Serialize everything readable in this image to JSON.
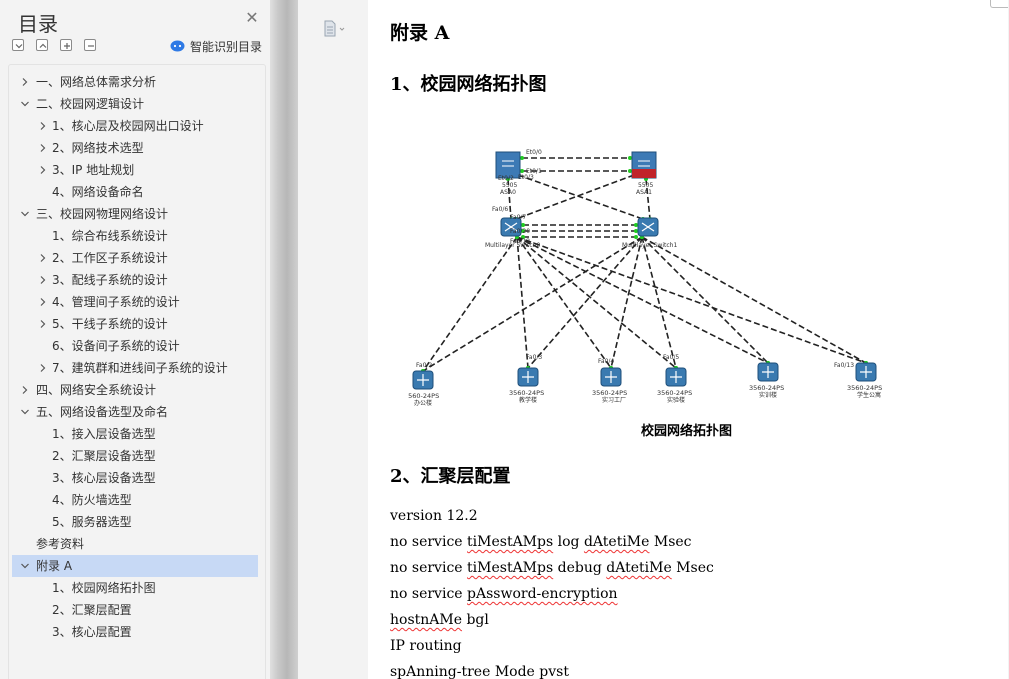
{
  "sidebar": {
    "title": "目录",
    "smart_label": "智能识别目录",
    "items": [
      {
        "label": "一、网络总体需求分析",
        "level": 0,
        "chev": "right"
      },
      {
        "label": "二、校园网逻辑设计",
        "level": 0,
        "chev": "down"
      },
      {
        "label": "1、核心层及校园网出口设计",
        "level": 1,
        "chev": "right"
      },
      {
        "label": "2、网络技术选型",
        "level": 1,
        "chev": "right"
      },
      {
        "label": "3、IP 地址规划",
        "level": 1,
        "chev": "right"
      },
      {
        "label": "4、网络设备命名",
        "level": 1,
        "chev": "none"
      },
      {
        "label": "三、校园网物理网络设计",
        "level": 0,
        "chev": "down"
      },
      {
        "label": "1、综合布线系统设计",
        "level": 1,
        "chev": "none"
      },
      {
        "label": "2、工作区子系统设计",
        "level": 1,
        "chev": "right"
      },
      {
        "label": "3、配线子系统的设计",
        "level": 1,
        "chev": "right"
      },
      {
        "label": "4、管理间子系统的设计",
        "level": 1,
        "chev": "right"
      },
      {
        "label": "5、干线子系统的设计",
        "level": 1,
        "chev": "right"
      },
      {
        "label": "6、设备间子系统的设计",
        "level": 1,
        "chev": "none"
      },
      {
        "label": "7、建筑群和进线间子系统的设计",
        "level": 1,
        "chev": "right"
      },
      {
        "label": "四、网络安全系统设计",
        "level": 0,
        "chev": "right"
      },
      {
        "label": "五、网络设备选型及命名",
        "level": 0,
        "chev": "down"
      },
      {
        "label": "1、接入层设备选型",
        "level": 1,
        "chev": "none"
      },
      {
        "label": "2、汇聚层设备选型",
        "level": 1,
        "chev": "none"
      },
      {
        "label": "3、核心层设备选型",
        "level": 1,
        "chev": "none"
      },
      {
        "label": "4、防火墙选型",
        "level": 1,
        "chev": "none"
      },
      {
        "label": "5、服务器选型",
        "level": 1,
        "chev": "none"
      },
      {
        "label": "参考资料",
        "level": 0,
        "chev": "none"
      },
      {
        "label": "附录 A",
        "level": 0,
        "chev": "down",
        "selected": true
      },
      {
        "label": "1、校园网络拓扑图",
        "level": 1,
        "chev": "none"
      },
      {
        "label": "2、汇聚层配置",
        "level": 1,
        "chev": "none"
      },
      {
        "label": "3、核心层配置",
        "level": 1,
        "chev": "none"
      }
    ]
  },
  "document": {
    "appendix_title": "附录 A",
    "section1": "1、校园网络拓扑图",
    "figure_caption": "校园网络拓扑图",
    "section2": "2、汇聚层配置",
    "code_lines": [
      {
        "parts": [
          {
            "t": "version 12.2",
            "s": false
          }
        ]
      },
      {
        "parts": [
          {
            "t": "no service ",
            "s": false
          },
          {
            "t": "tiMestAMps",
            "s": true
          },
          {
            "t": " log ",
            "s": false
          },
          {
            "t": "dAtetiMe",
            "s": true
          },
          {
            "t": " Msec",
            "s": false
          }
        ]
      },
      {
        "parts": [
          {
            "t": "no service ",
            "s": false
          },
          {
            "t": "tiMestAMps",
            "s": true
          },
          {
            "t": " debug ",
            "s": false
          },
          {
            "t": "dAtetiMe",
            "s": true
          },
          {
            "t": " Msec",
            "s": false
          }
        ]
      },
      {
        "parts": [
          {
            "t": "no service ",
            "s": false
          },
          {
            "t": "pAssword-encryption",
            "s": true
          }
        ]
      },
      {
        "parts": [
          {
            "t": "hostnAMe",
            "s": true
          },
          {
            "t": " bgl",
            "s": false
          }
        ]
      },
      {
        "parts": [
          {
            "t": "IP routing",
            "s": false
          }
        ]
      },
      {
        "parts": [
          {
            "t": "spAnning-tree Mode pvst",
            "s": false
          }
        ]
      }
    ]
  },
  "topology": {
    "top_nodes": [
      {
        "id": "asa0",
        "name": "ASA0",
        "model": "5505"
      },
      {
        "id": "asa1",
        "name": "ASA1",
        "model": "5505"
      }
    ],
    "core_nodes": [
      {
        "id": "ms0",
        "name": "Multilayer Switch0"
      },
      {
        "id": "ms1",
        "name": "Multilayer Switch1"
      }
    ],
    "access_nodes": [
      {
        "id": "a1",
        "model": "3560-24PS",
        "name": "办公楼"
      },
      {
        "id": "a2",
        "model": "3560-24PS",
        "name": "教学楼"
      },
      {
        "id": "a3",
        "model": "3560-24PS",
        "name": "实习工厂"
      },
      {
        "id": "a4",
        "model": "3560-24PS",
        "name": "实验楼"
      },
      {
        "id": "a5",
        "model": "3560-24PS",
        "name": "实训楼"
      },
      {
        "id": "a6",
        "model": "3560-24PS",
        "name": "学生公寓"
      }
    ],
    "port_labels": [
      "Et0/0",
      "Et0/1",
      "Et0/2",
      "Et0/3",
      "Fa0/6",
      "Fa0/7",
      "Fa0/20",
      "Fa0/12",
      "Fa0/2",
      "Fa0/3",
      "Fa0/4",
      "Fa0/5",
      "Fa0/13"
    ],
    "colors": {
      "link": "#222222",
      "port": "#22cc22",
      "asa": "#3d7ab5",
      "asa_red": "#c0242a",
      "switch": "#3a7ab0"
    }
  }
}
